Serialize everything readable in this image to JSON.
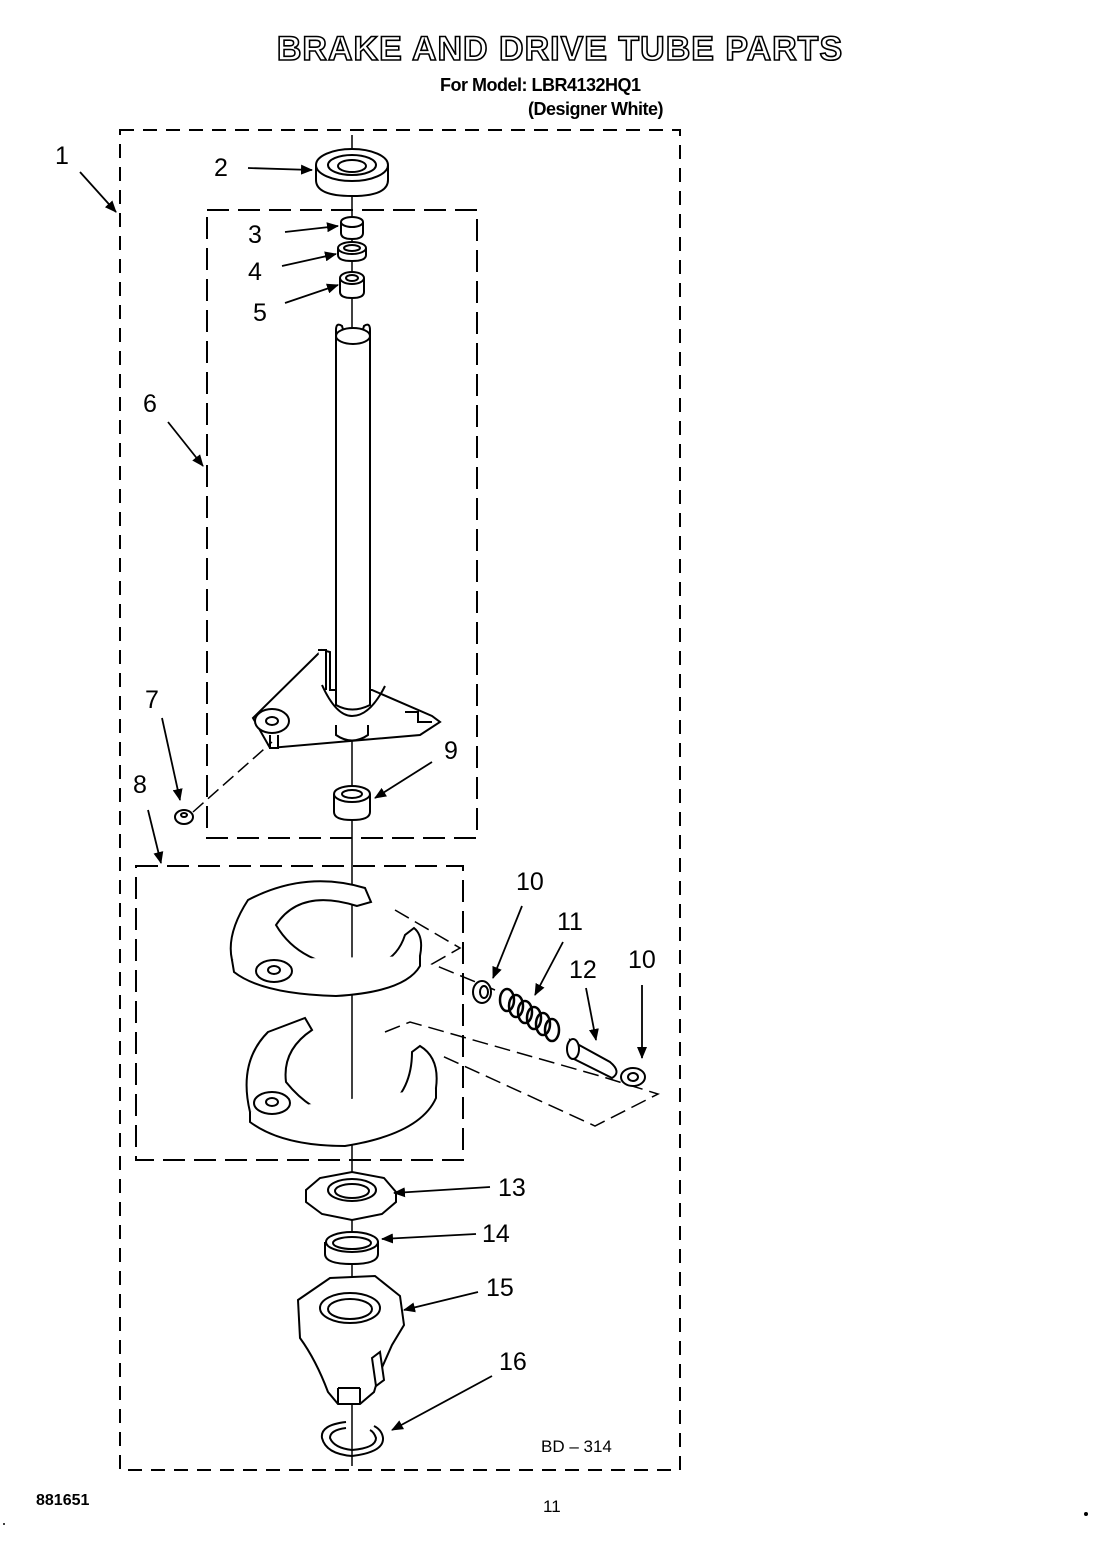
{
  "header": {
    "title": "BRAKE AND DRIVE TUBE PARTS",
    "model_line": "For Model: LBR4132HQ1",
    "color_line": "(Designer White)"
  },
  "footer": {
    "diagram_code": "BD – 314",
    "doc_number": "881651",
    "page_number": "11"
  },
  "callouts": {
    "c1": "1",
    "c2": "2",
    "c3": "3",
    "c4": "4",
    "c5": "5",
    "c6": "6",
    "c7": "7",
    "c8": "8",
    "c9": "9",
    "c10a": "10",
    "c11": "11",
    "c12": "12",
    "c10b": "10",
    "c13": "13",
    "c14": "14",
    "c15": "15",
    "c16": "16"
  }
}
